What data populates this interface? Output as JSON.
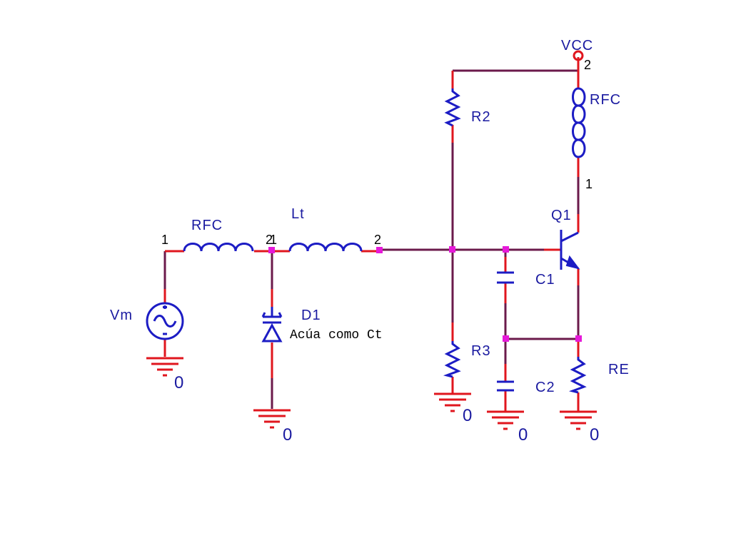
{
  "colors": {
    "wire": "#6b1a4b",
    "pin": "#e0161e",
    "body": "#1c1cc4",
    "junction": "#e619d9",
    "text": "#1a1aa0"
  },
  "power": {
    "name": "VCC",
    "pin": "2"
  },
  "components": {
    "r2": {
      "name": "R2"
    },
    "r3": {
      "name": "R3"
    },
    "re": {
      "name": "RE"
    },
    "c1": {
      "name": "C1"
    },
    "c2": {
      "name": "C2"
    },
    "q1": {
      "name": "Q1"
    },
    "d1": {
      "name": "D1",
      "note": "Acúa como Ct"
    },
    "lt": {
      "name": "Lt",
      "pin1": "1",
      "pin2": "2"
    },
    "rfc_top": {
      "name": "RFC",
      "pin_top": "2",
      "pin_bottom": "1"
    },
    "rfc_left": {
      "name": "RFC",
      "pin1": "1",
      "pin2": "2"
    },
    "vm": {
      "name": "Vm"
    }
  },
  "grounds": {
    "vm": "0",
    "d1": "0",
    "r3": "0",
    "c2": "0",
    "re": "0"
  }
}
